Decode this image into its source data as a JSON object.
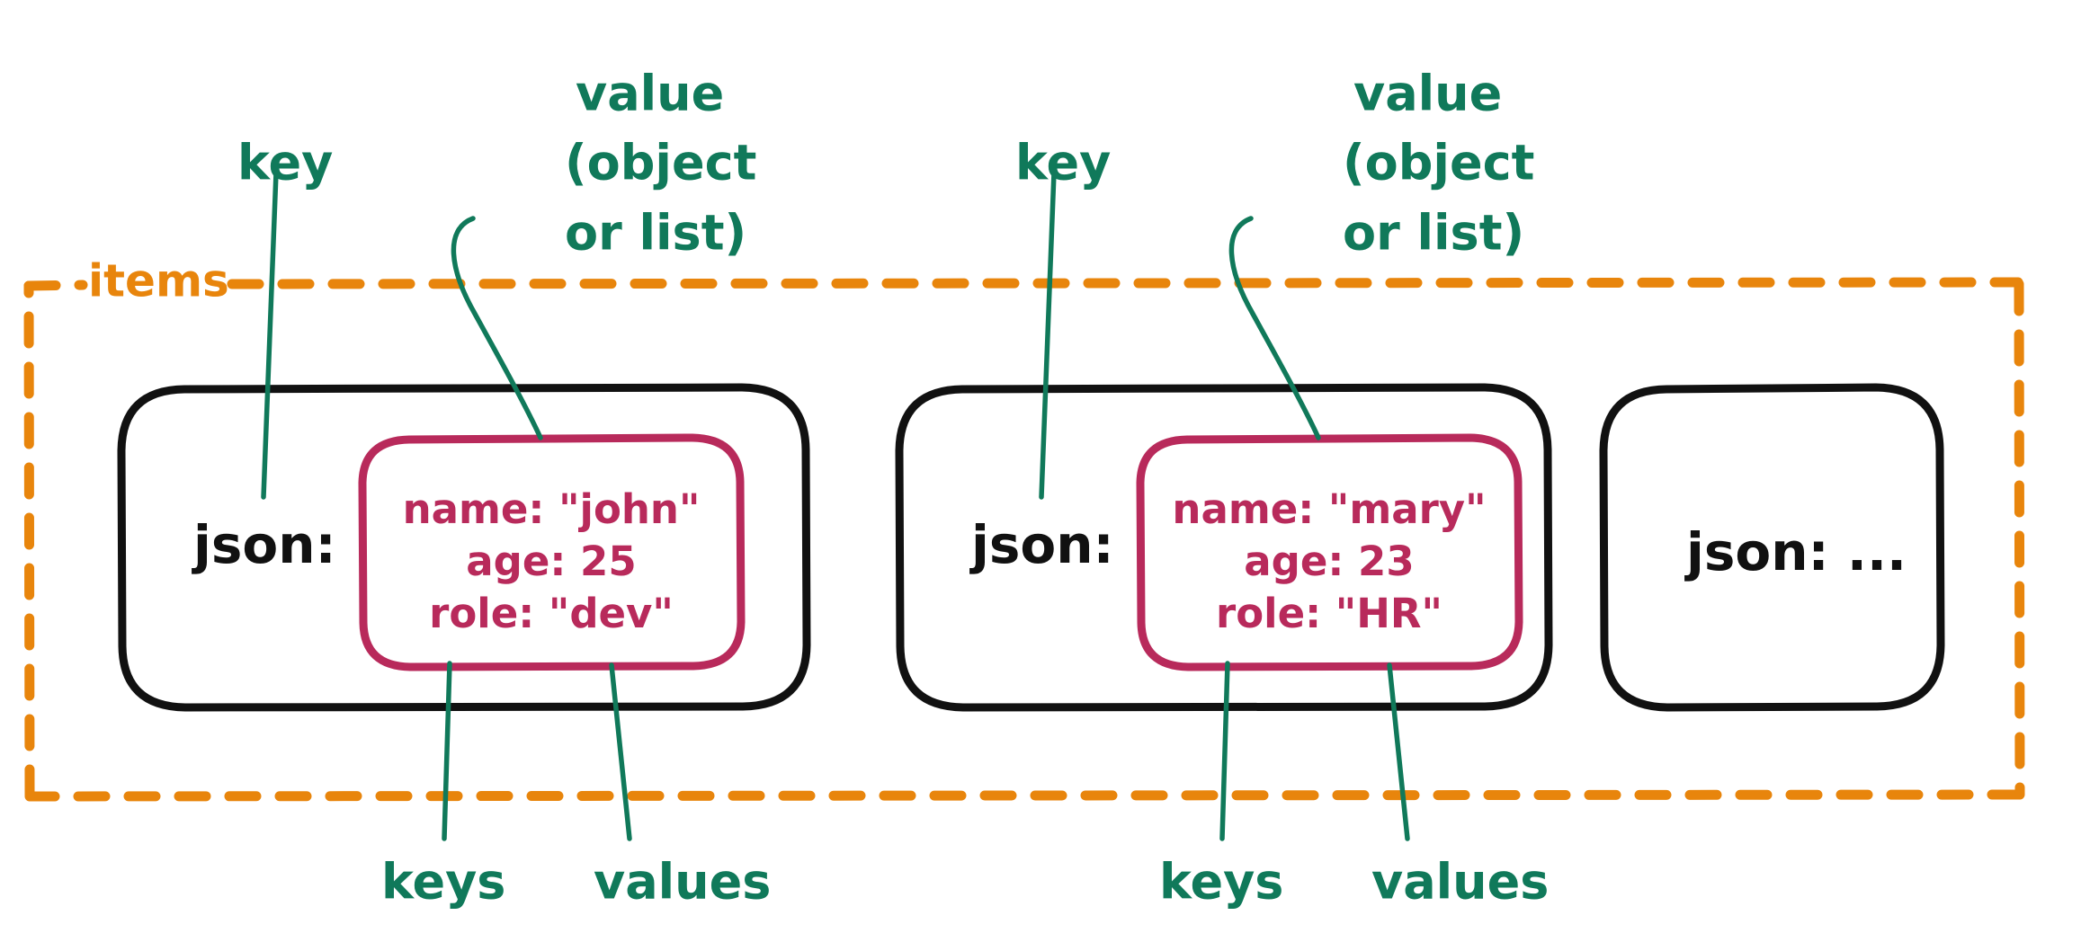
{
  "diagram": {
    "title_label": "items",
    "colors": {
      "group_border": "#E8850C",
      "item_border": "#111111",
      "json_border": "#B82A5B",
      "annotation": "#10795A",
      "background": "#ffffff"
    },
    "group": {
      "name": "items",
      "name_label": "items"
    },
    "items": [
      {
        "key_label": "json:",
        "annotations": {
          "key": "key",
          "value_line1": "value",
          "value_line2": "(object",
          "value_line3": "or list)",
          "keys": "keys",
          "values": "values"
        },
        "json": {
          "lines": [
            {
              "key": "name:",
              "value": "\"john\""
            },
            {
              "key": "age:",
              "value": "25"
            },
            {
              "key": "role:",
              "value": "\"dev\""
            }
          ],
          "line_texts": [
            "name: \"john\"",
            "age: 25",
            "role: \"dev\""
          ]
        }
      },
      {
        "key_label": "json:",
        "annotations": {
          "key": "key",
          "value_line1": "value",
          "value_line2": "(object",
          "value_line3": "or list)",
          "keys": "keys",
          "values": "values"
        },
        "json": {
          "lines": [
            {
              "key": "name:",
              "value": "\"mary\""
            },
            {
              "key": "age:",
              "value": "23"
            },
            {
              "key": "role:",
              "value": "\"HR\""
            }
          ],
          "line_texts": [
            "name: \"mary\"",
            "age: 23",
            "role: \"HR\""
          ]
        }
      },
      {
        "key_label": "json:  ...",
        "json": {
          "lines": [],
          "line_texts": []
        }
      }
    ]
  }
}
